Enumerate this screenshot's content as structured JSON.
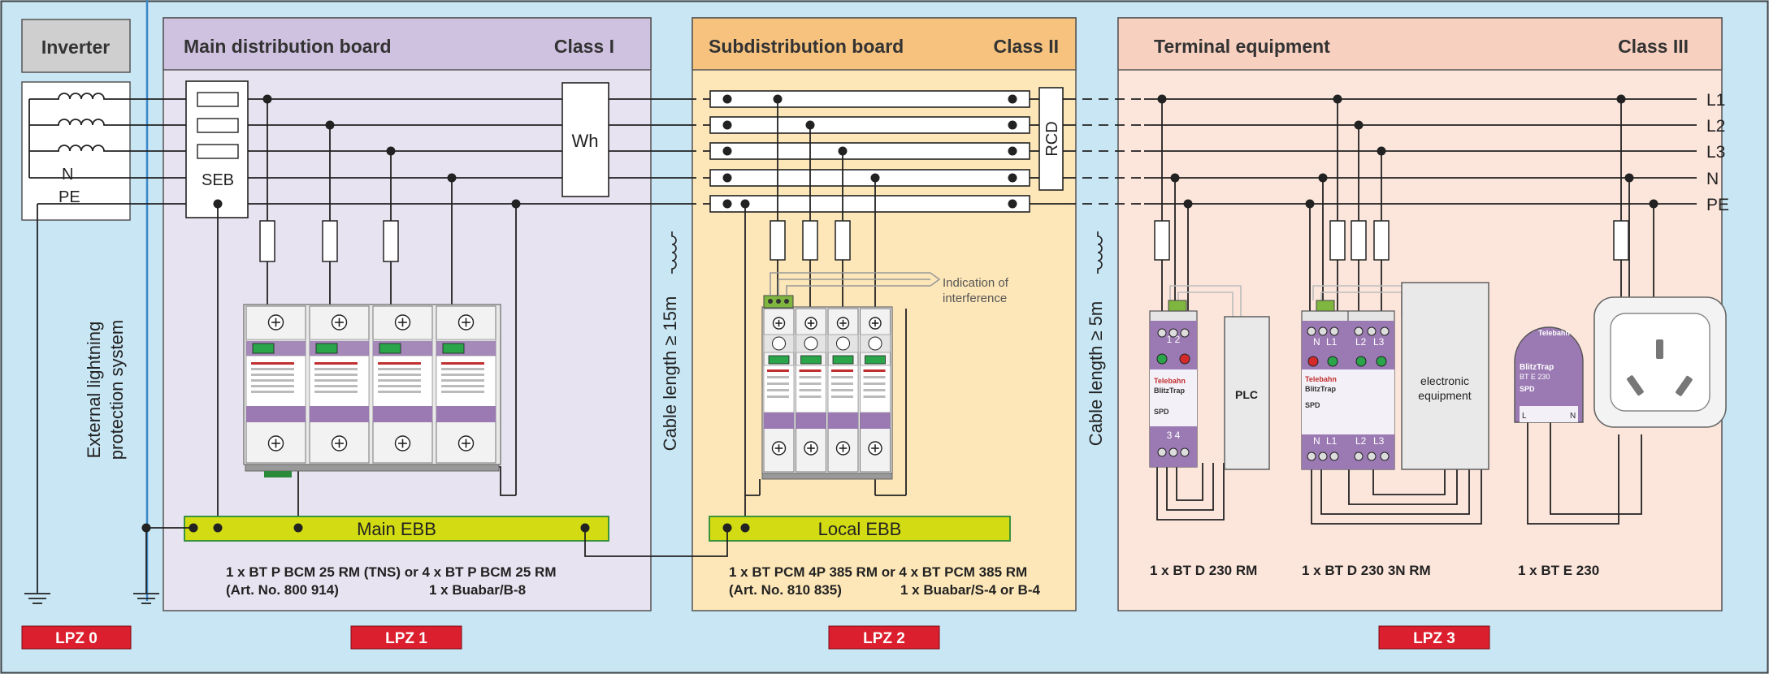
{
  "sections": {
    "inverter": {
      "title": "Inverter"
    },
    "main": {
      "title": "Main distribution board",
      "class": "Class I"
    },
    "sub": {
      "title": "Subdistribution board",
      "class": "Class II"
    },
    "terminal": {
      "title": "Terminal equipment",
      "class": "Class III"
    }
  },
  "inverter_labels": {
    "n": "N",
    "pe": "PE"
  },
  "line_labels": {
    "l1": "L1",
    "l2": "L2",
    "l3": "L3",
    "n": "N",
    "pe": "PE"
  },
  "device_labels": {
    "seb": "SEB",
    "wh": "Wh",
    "rcd": "RCD",
    "plc": "PLC",
    "electronic_1": "electronic",
    "electronic_2": "equipment",
    "interference_1": "Indication of",
    "interference_2": "interference"
  },
  "vertical_labels": {
    "external_1": "External lightning",
    "external_2": "protection system",
    "cable_15": "Cable length ≥ 15m",
    "cable_5": "Cable length ≥ 5m"
  },
  "ebb": {
    "main": "Main EBB",
    "local": "Local EBB"
  },
  "captions": {
    "main_1": "1 x BT P BCM 25 RM (TNS)  or  4 x BT P BCM 25 RM",
    "main_2a": "(Art. No. 800 914)",
    "main_2b": "1 x Buabar/B-8",
    "sub_1": "1 x BT PCM 4P 385 RM  or  4 x BT PCM 385 RM",
    "sub_2a": "(Art. No. 810 835)",
    "sub_2b": "1 x Buabar/S-4 or B-4",
    "t1": "1 x BT D 230 RM",
    "t2": "1 x BT D 230 3N RM",
    "t3": "1 x BT E 230"
  },
  "lpz": {
    "z0": "LPZ 0",
    "z1": "LPZ 1",
    "z2": "LPZ 2",
    "z3": "LPZ 3"
  },
  "product_marks": {
    "brand": "Telebahn",
    "blitztrap": "BlitzTrap",
    "spd": "SPD",
    "n_label": "N",
    "l1_label": "L1",
    "l2_label": "L2",
    "l3_label": "L3",
    "pole_12": "1  2",
    "pole_34": "3  4",
    "bte": "BT E 230"
  },
  "colors": {
    "background": "#c8e6f4",
    "main_panel": "#e8e3f0",
    "main_header": "#cfc1e0",
    "sub_panel": "#fde7b8",
    "sub_header": "#f6c27e",
    "terminal_panel": "#fce6dc",
    "terminal_header": "#f8d0bf",
    "ebb": "#d3dc12",
    "lpz": "#dc1f2e",
    "spd_purple": "#9b7ab3"
  }
}
